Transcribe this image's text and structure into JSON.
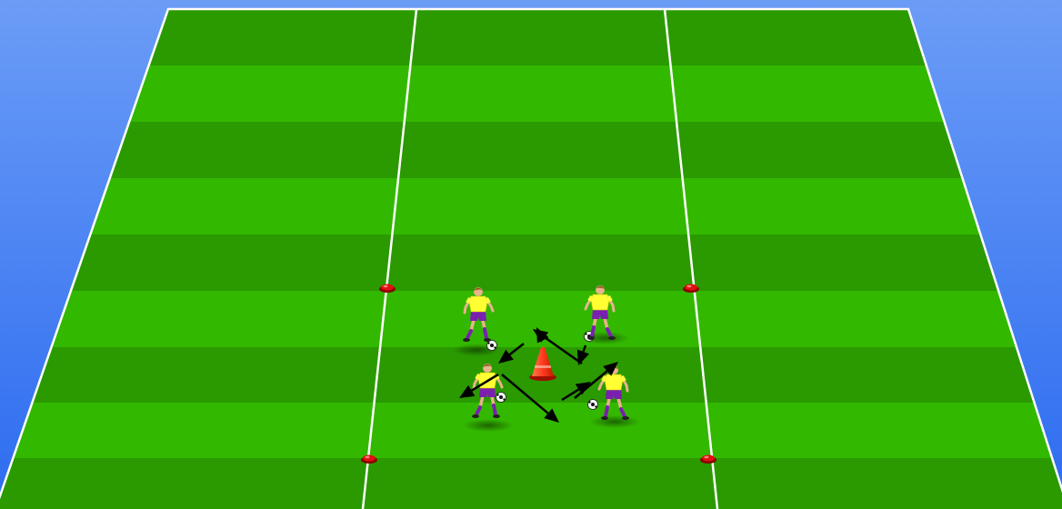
{
  "scene": {
    "type": "soccer drill diagram",
    "colors": {
      "sky_top": "#5b8ff5",
      "sky_bottom": "#2f6cf0",
      "grass_light": "#33b800",
      "grass_dark": "#2a9a00",
      "lines": "#ffffff",
      "cone": "#ff3b1f",
      "marker": "#e01010",
      "shirt": "#ffff33",
      "shorts": "#7a1fb0",
      "arrow": "#000000"
    },
    "objects": {
      "players": 4,
      "balls": 4,
      "center_cone": 1,
      "boundary_markers": 4,
      "arrows": 8
    }
  }
}
